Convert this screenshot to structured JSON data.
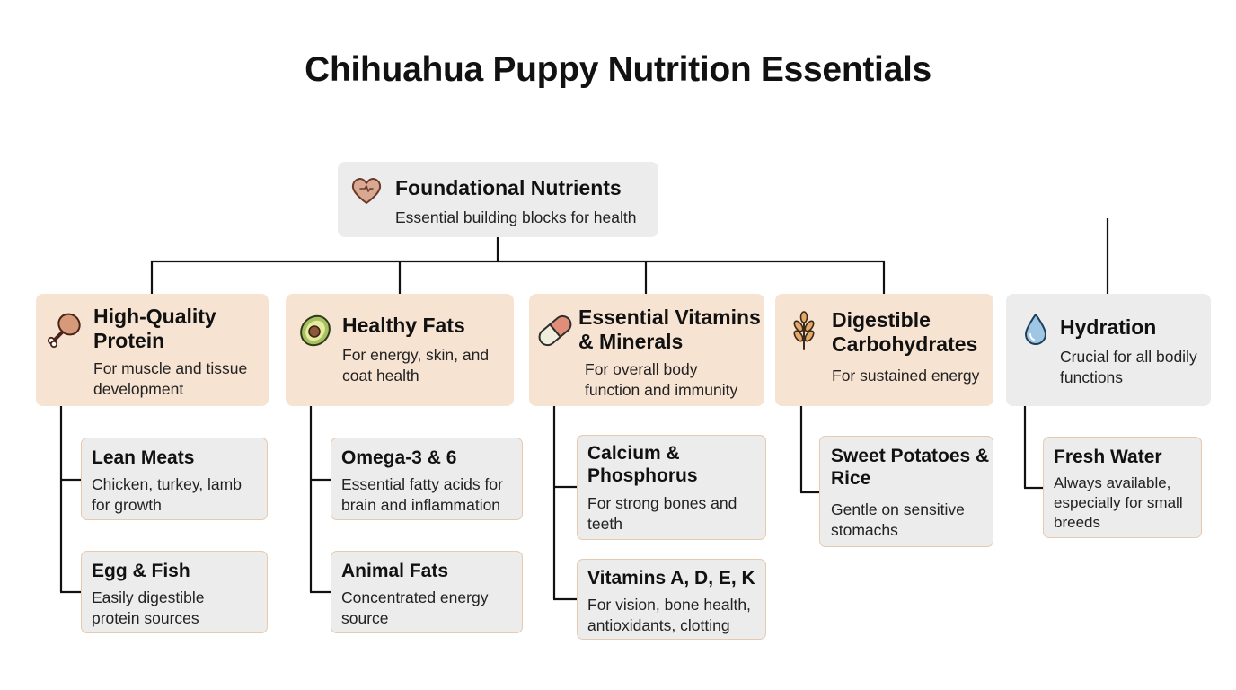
{
  "title": "Chihuahua Puppy Nutrition Essentials",
  "root": {
    "title": "Foundational Nutrients",
    "desc": "Essential building blocks for health",
    "icon": "heart-icon"
  },
  "categories": [
    {
      "title": "High-Quality Protein",
      "desc": "For muscle and tissue development",
      "icon": "drumstick-icon"
    },
    {
      "title": "Healthy Fats",
      "desc": "For energy, skin, and coat health",
      "icon": "avocado-icon"
    },
    {
      "title": "Essential Vitamins & Minerals",
      "desc": "For overall body function and immunity",
      "icon": "pill-icon"
    },
    {
      "title": "Digestible Carbohydrates",
      "desc": "For sustained energy",
      "icon": "wheat-icon"
    },
    {
      "title": "Hydration",
      "desc": "Crucial for all bodily functions",
      "icon": "water-drop-icon"
    }
  ],
  "leaves": {
    "protein": [
      {
        "title": "Lean Meats",
        "desc": "Chicken, turkey, lamb for growth"
      },
      {
        "title": "Egg & Fish",
        "desc": "Easily digestible protein sources"
      }
    ],
    "fats": [
      {
        "title": "Omega-3 & 6",
        "desc": "Essential fatty acids for brain and inflammation"
      },
      {
        "title": "Animal Fats",
        "desc": "Concentrated energy source"
      }
    ],
    "vitamins": [
      {
        "title": "Calcium & Phosphorus",
        "desc": "For strong bones and teeth"
      },
      {
        "title": "Vitamins A, D, E, K",
        "desc": "For vision, bone health, antioxidants, clotting"
      }
    ],
    "carbs": [
      {
        "title": "Sweet Potatoes & Rice",
        "desc": "Gentle on sensitive stomachs"
      }
    ],
    "hydration": [
      {
        "title": "Fresh Water",
        "desc": "Always available, especially for small breeds"
      }
    ]
  },
  "colors": {
    "peach": "#f7e3d2",
    "gray": "#ececec",
    "leaf_border": "#e6c9af",
    "line": "#111111"
  }
}
